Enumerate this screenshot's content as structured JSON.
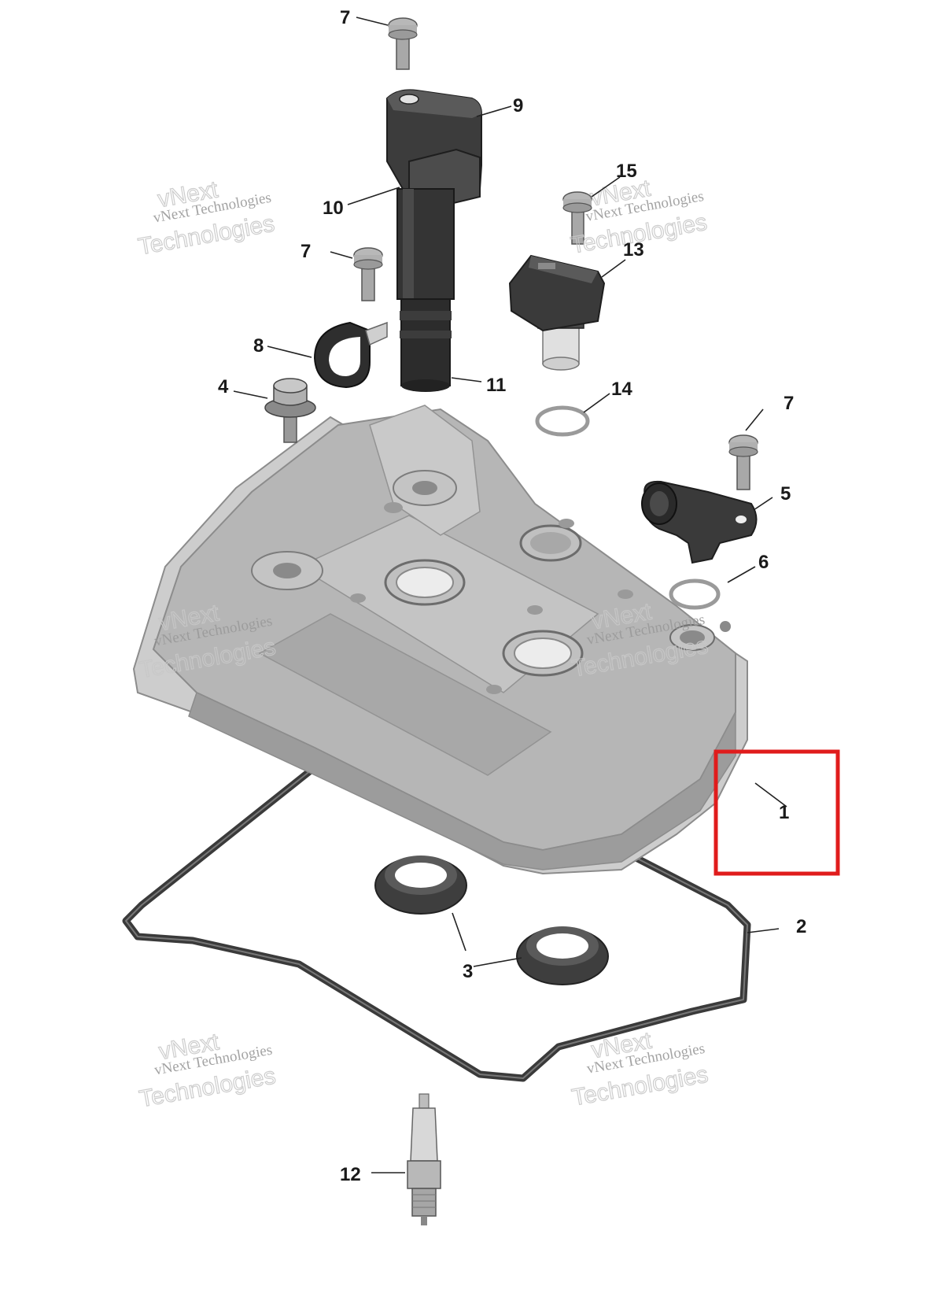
{
  "callouts": {
    "c1": "1",
    "c2": "2",
    "c3": "3",
    "c4": "4",
    "c5": "5",
    "c6": "6",
    "c7a": "7",
    "c7b": "7",
    "c7c": "7",
    "c8": "8",
    "c9": "9",
    "c10": "10",
    "c11": "11",
    "c12": "12",
    "c13": "13",
    "c14": "14",
    "c15": "15"
  },
  "watermark": {
    "line1": "vNext Technologies",
    "line2": "Technologies",
    "line3": "vNext"
  },
  "colors": {
    "cover": "#b4b4b4",
    "cover_dark": "#8e8e8e",
    "cover_light": "#d2d2d2",
    "dark_part": "#3c3c3c",
    "highlight_box": "#e01c1c"
  }
}
